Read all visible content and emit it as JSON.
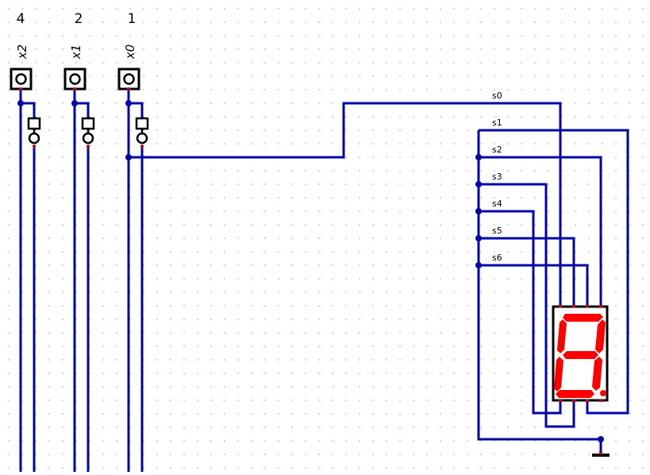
{
  "inputs": [
    {
      "weight": "4",
      "label": "x2"
    },
    {
      "weight": "2",
      "label": "x1"
    },
    {
      "weight": "1",
      "label": "x0"
    }
  ],
  "segments": [
    "s0",
    "s1",
    "s2",
    "s3",
    "s4",
    "s5",
    "s6"
  ],
  "colors": {
    "wire": "#0000a8",
    "segment_on": "#ff0000",
    "pin": "#d00000",
    "grid_dot": "#c8c8c8"
  }
}
